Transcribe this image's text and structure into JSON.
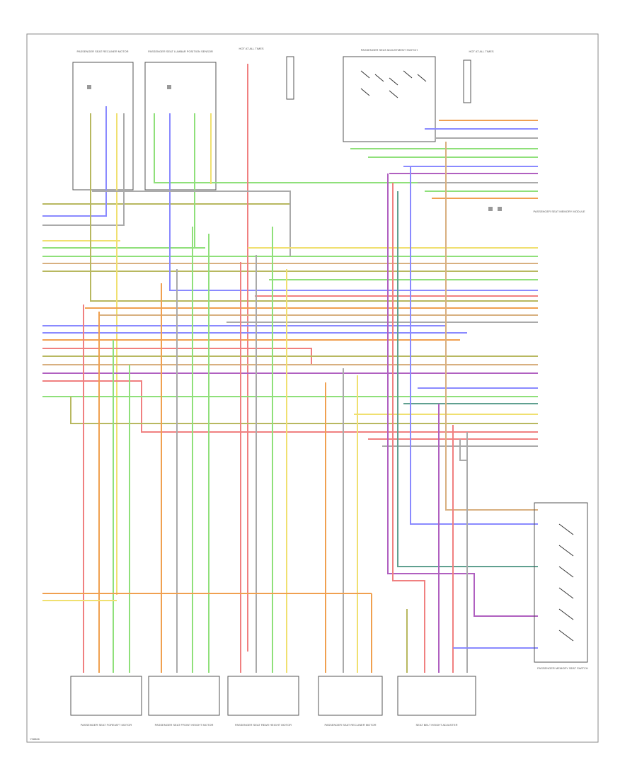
{
  "diagram": {
    "top_components": [
      {
        "label": "PASSENGER SEAT RECLINER MOTOR"
      },
      {
        "label": "PASSENGER SEAT LUMBAR POSITION SENSOR"
      },
      {
        "label": "HOT AT ALL TIMES"
      },
      {
        "label": "PASSENGER SEAT ADJUSTMENT SWITCH"
      },
      {
        "label": "HOT AT ALL TIMES"
      }
    ],
    "memory_module": {
      "label": "PASSENGER SEAT MEMORY MODULE"
    },
    "switch_box": {
      "label": "PASSENGER MEMORY SEAT SWITCH"
    },
    "bottom_components": [
      {
        "label": "PASSENGER SEAT FORE/AFT MOTOR"
      },
      {
        "label": "PASSENGER SEAT FRONT HEIGHT MOTOR"
      },
      {
        "label": "PASSENGER SEAT REAR HEIGHT MOTOR"
      },
      {
        "label": "PASSENGER SEAT RECLINER MOTOR"
      },
      {
        "label": "SEAT BELT HEIGHT ADJUSTER"
      }
    ],
    "footer_code": "Y08866"
  },
  "colors": {
    "red": "#f08080",
    "orange": "#f0a050",
    "blue": "#8a8aff",
    "green": "#8fe07a",
    "yellow": "#f0e070",
    "olive": "#b8b860",
    "gray": "#aaaaaa",
    "violet": "#b060c0",
    "tan": "#d8b080",
    "teal": "#60a090",
    "pink": "#f0a0c0"
  }
}
